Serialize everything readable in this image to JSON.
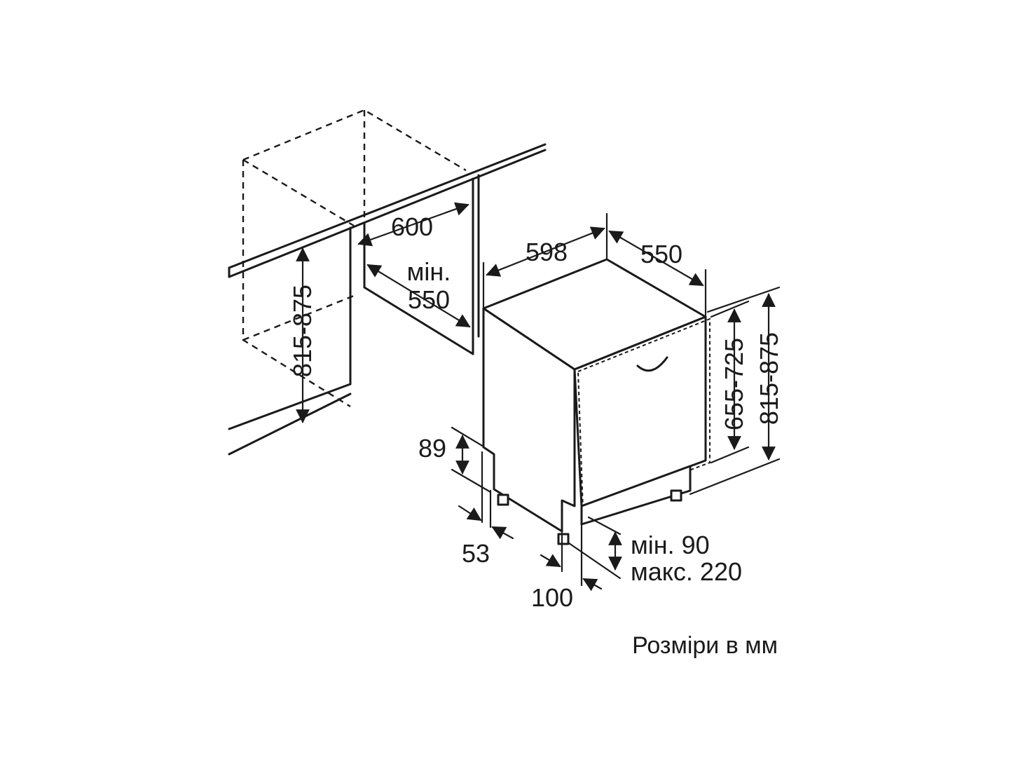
{
  "labels": {
    "cabinet_width": "600",
    "cabinet_depth_label": "мін.",
    "cabinet_depth_value": "550",
    "cabinet_height": "815-875",
    "appliance_width": "598",
    "appliance_depth": "550",
    "door_height": "655-725",
    "appliance_height": "815-875",
    "plinth_top": "89",
    "plinth_depth": "53",
    "plinth_gap_min": "мін. 90",
    "plinth_gap_max": "макс. 220",
    "plinth_offset": "100"
  },
  "caption": "Розміри в мм"
}
